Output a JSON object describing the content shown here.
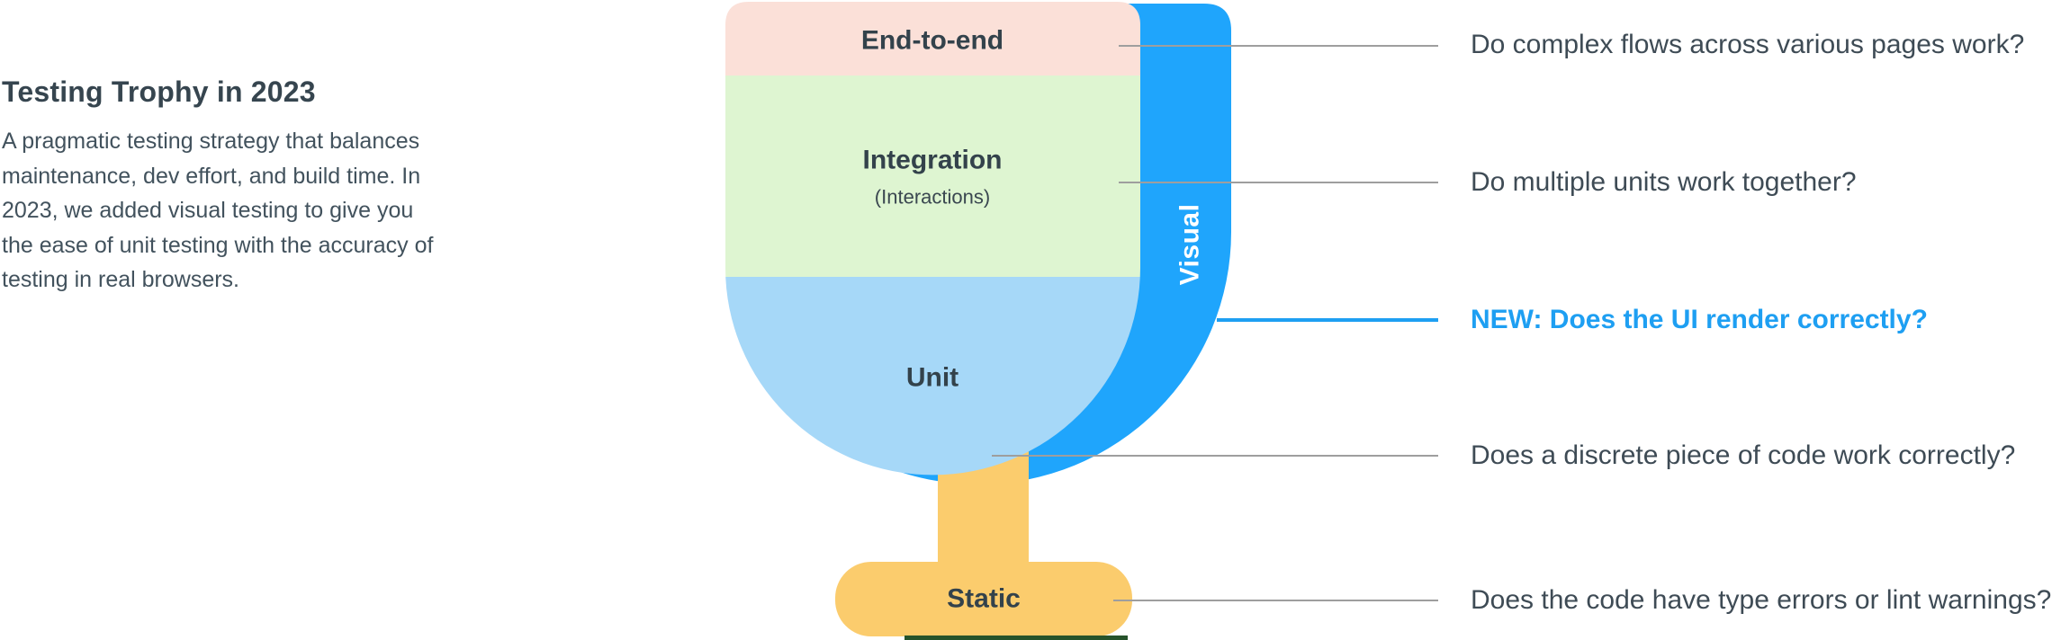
{
  "intro": {
    "title": "Testing Trophy in 2023",
    "description_lines": [
      "A pragmatic testing strategy that balances",
      "maintenance, dev effort, and build time. In",
      "2023, we added visual testing to give you",
      "the ease of unit testing with the accuracy of",
      "testing in real browsers."
    ]
  },
  "trophy": {
    "layers": {
      "end_to_end": {
        "label": "End-to-end",
        "color": "#fbe0d8"
      },
      "integration": {
        "label": "Integration",
        "sublabel": "(Interactions)",
        "color": "#def5d1"
      },
      "unit": {
        "label": "Unit",
        "color": "#a6d8f8"
      },
      "visual": {
        "label": "Visual",
        "color": "#1fa5fc"
      },
      "static": {
        "label": "Static",
        "color": "#fbcc6d"
      }
    }
  },
  "annotations": [
    {
      "text": "Do complex flows across various pages work?",
      "highlight": false
    },
    {
      "text": "Do multiple units work together?",
      "highlight": false
    },
    {
      "text": "NEW: Does the UI render correctly?",
      "highlight": true
    },
    {
      "text": "Does a discrete piece of code work correctly?",
      "highlight": false
    },
    {
      "text": "Does the code have type errors or lint warnings?",
      "highlight": false
    }
  ],
  "colors": {
    "connector_gray": "#9e9e9e",
    "highlight_blue": "#1e9ff2",
    "heading_text": "#36454f",
    "body_text": "#42525d",
    "trophy_label_text": "#33424b",
    "bottom_bar_green": "#26532b",
    "background": "#ffffff"
  }
}
